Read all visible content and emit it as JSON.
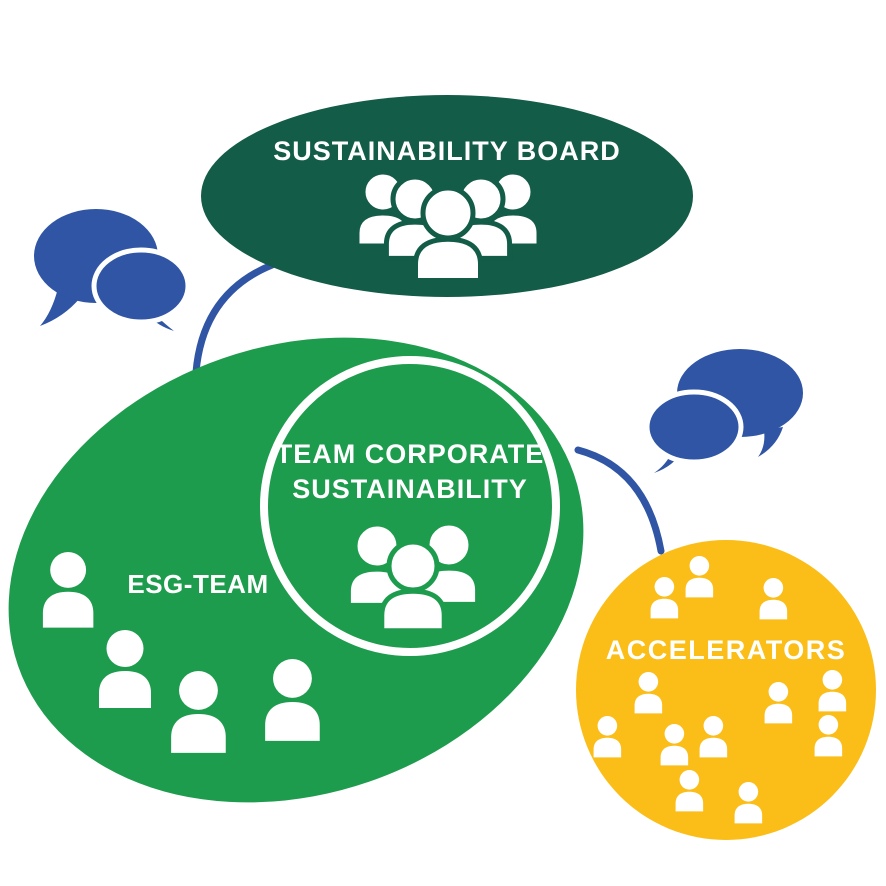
{
  "colors": {
    "dark_green": "#135C47",
    "green": "#1E9C4D",
    "yellow": "#FBBD17",
    "blue": "#2F55A4",
    "white": "#FFFFFF"
  },
  "groups": {
    "board": {
      "label": "SUSTAINABILITY BOARD",
      "shape": "ellipse",
      "color_key": "dark_green",
      "member_count": 5
    },
    "esg": {
      "label": "ESG-TEAM",
      "shape": "rotated-ellipse",
      "color_key": "green",
      "member_count": 4
    },
    "tcs": {
      "label_line1": "TEAM CORPORATE",
      "label_line2": "SUSTAINABILITY",
      "shape": "outlined-circle",
      "color_key": "green",
      "member_count": 3
    },
    "accelerators": {
      "label": "ACCELERATORS",
      "shape": "circle",
      "color_key": "yellow",
      "member_count": 12
    }
  },
  "connectors": [
    {
      "from": "sustainability-board",
      "to": "esg-team",
      "color_key": "blue"
    },
    {
      "from": "esg-team",
      "to": "accelerators",
      "color_key": "blue"
    }
  ],
  "speech_bubbles": [
    {
      "position": "upper-left",
      "color_key": "blue"
    },
    {
      "position": "middle-right",
      "color_key": "blue"
    }
  ]
}
